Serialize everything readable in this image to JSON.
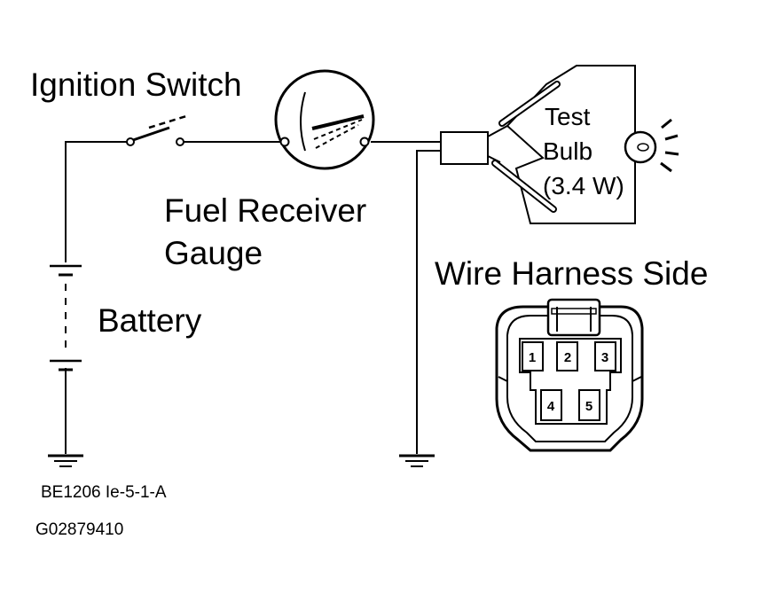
{
  "labels": {
    "ignition_switch": "Ignition Switch",
    "fuel_gauge_line1": "Fuel Receiver",
    "fuel_gauge_line2": "Gauge",
    "battery": "Battery",
    "test_bulb_line1": "Test",
    "test_bulb_line2": "Bulb",
    "test_bulb_line3": "(3.4 W)",
    "wire_harness": "Wire Harness Side",
    "code1": "BE1206 Ie-5-1-A",
    "code2": "G02879410"
  },
  "connector_pins": [
    "1",
    "2",
    "3",
    "4",
    "5"
  ]
}
